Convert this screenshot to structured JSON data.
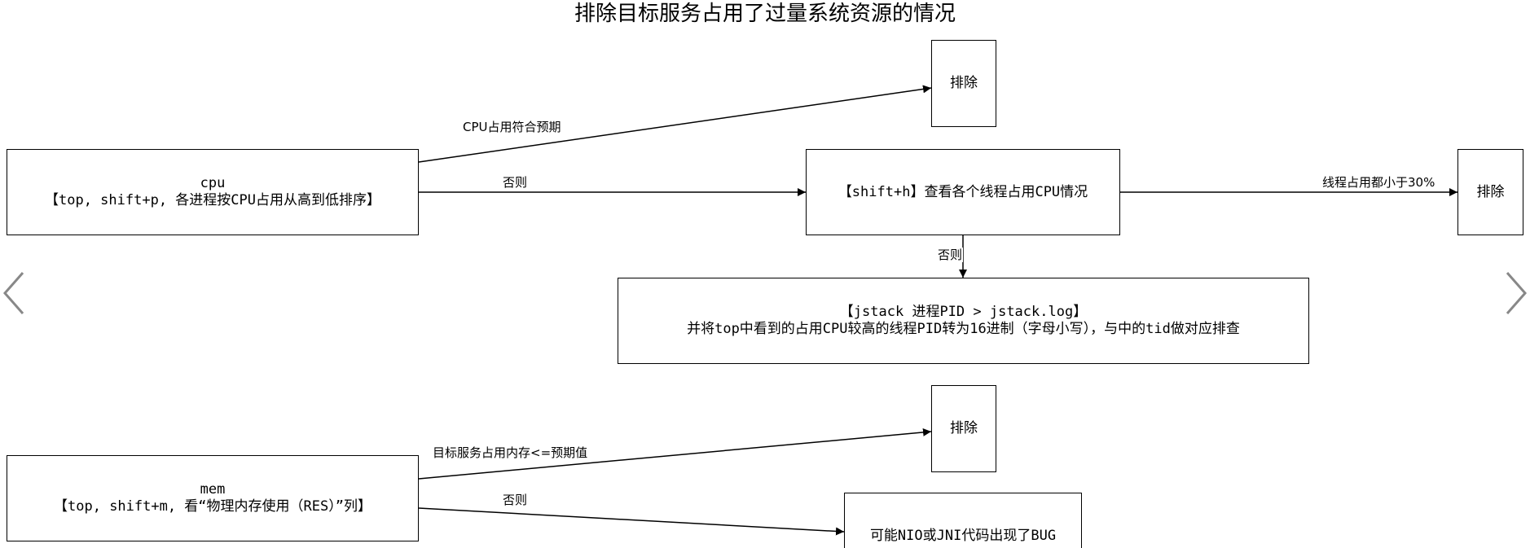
{
  "title": "排除目标服务占用了过量系统资源的情况",
  "nodes": {
    "exclude_1": "排除",
    "cpu_line1": "cpu",
    "cpu_line2": "【top, shift+p, 各进程按CPU占用从高到低排序】",
    "shift_h": "【shift+h】查看各个线程占用CPU情况",
    "exclude_2": "排除",
    "jstack_line1": "【jstack 进程PID > jstack.log】",
    "jstack_line2": "并将top中看到的占用CPU较高的线程PID转为16进制（字母小写），与中的tid做对应排查",
    "exclude_3": "排除",
    "mem_line1": "mem",
    "mem_line2": "【top, shift+m, 看“物理内存使用（RES）”列】",
    "bug": "可能NIO或JNI代码出现了BUG"
  },
  "edges": {
    "cpu_expected": "CPU占用符合预期",
    "cpu_otherwise": "否则",
    "threads_under_30": "线程占用都小于30%",
    "threads_otherwise": "否则",
    "mem_expected": "目标服务占用内存<=预期值",
    "mem_otherwise": "否则"
  }
}
